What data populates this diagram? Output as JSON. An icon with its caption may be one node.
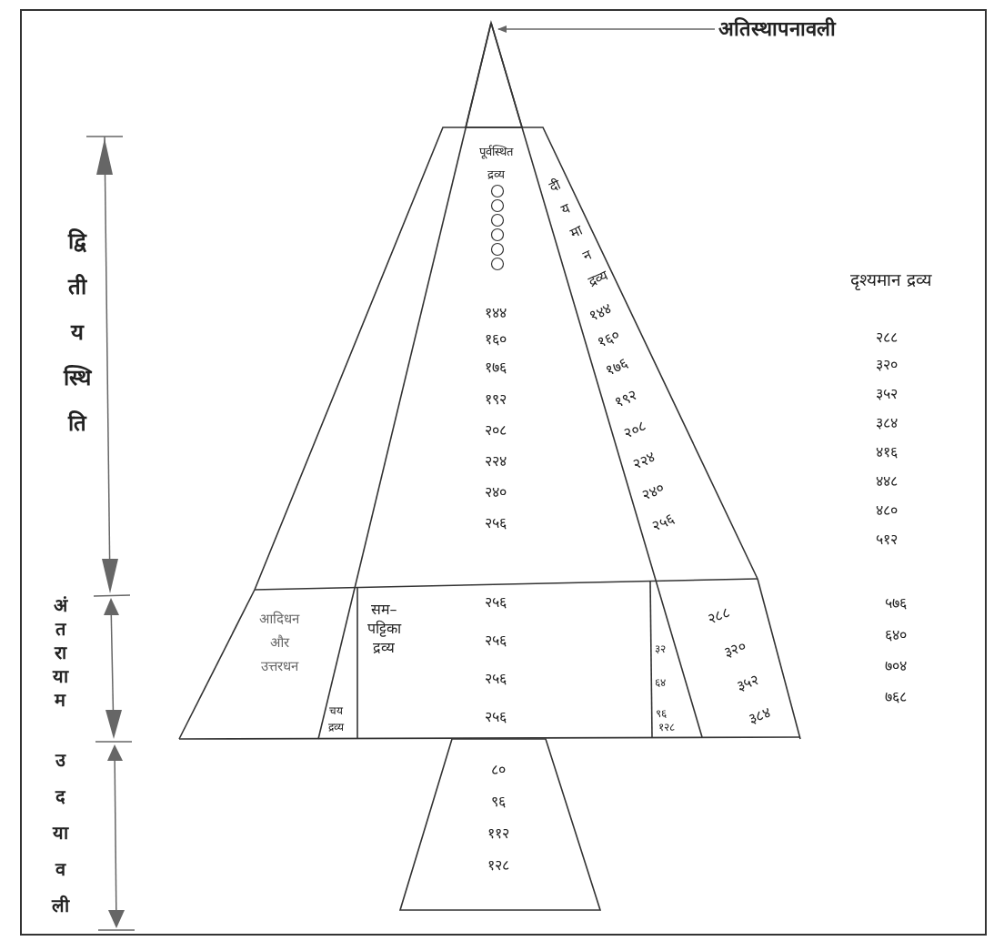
{
  "diagram": {
    "nodes": [
      {
        "text": [
          "अतिस्थापनावली"
        ]
      },
      {
        "text": [],
        "shape": "triangle"
      }
    ],
    "edges": [
      {
        "from": 0,
        "to": 1,
        "arrow": "to"
      }
    ],
    "labels": [
      "पूर्वस्थित",
      "द्रव्य",
      "दी य मा न द्रव्य",
      "द्वि ती य स्थि ति",
      "दृश्यमान द्रव्य",
      "१४४",
      "१६०",
      "१७६",
      "१९२",
      "२०८",
      "२२४",
      "२४०",
      "२५६",
      "१४४",
      "१६०",
      "१७६",
      "१९२",
      "२०८",
      "२२४",
      "२४०",
      "२५६",
      "२८८",
      "३२०",
      "३५२",
      "३८४",
      "४१६",
      "४४८",
      "४८०",
      "५१२",
      "अं त रा या म",
      "सम– पट्टिका द्रव्य",
      "२५६",
      "२५६",
      "२५६",
      "२५६",
      "२८८",
      "३२०",
      "३५२",
      "३८४",
      "३२",
      "६४",
      "९६",
      "१२८",
      "५७६",
      "६४०",
      "७०४",
      "७६८",
      "आदिधन और उत्तरधन",
      "चय द्रव्य",
      "उ द या व ली",
      "८०",
      "९६",
      "११२",
      "१२८"
    ]
  }
}
